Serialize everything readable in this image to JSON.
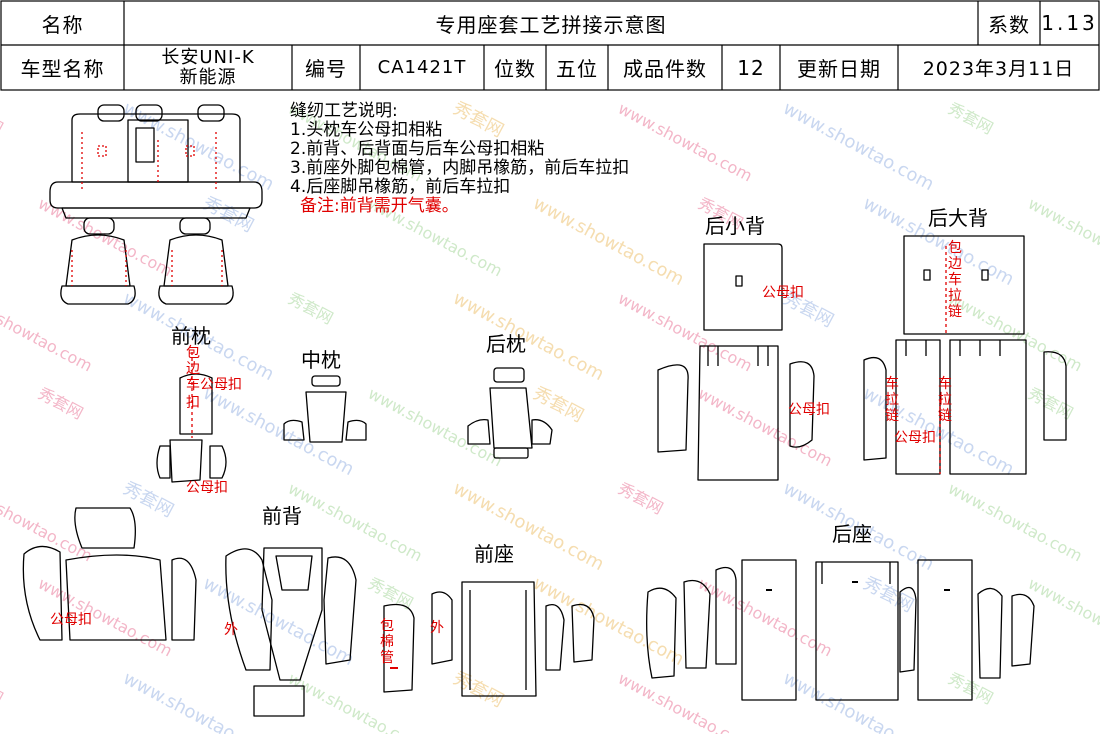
{
  "header": {
    "name_label": "名称",
    "doc_title": "专用座套工艺拼接示意图",
    "coef_label": "系数",
    "coef_value": "1.13",
    "model_label": "车型名称",
    "model_line1": "长安UNI-K",
    "model_line2": "新能源",
    "code_label": "编号",
    "code_value": "CA1421T",
    "seat_label": "位数",
    "seat_value": "五位",
    "pieces_label": "成品件数",
    "pieces_value": "12",
    "date_label": "更新日期",
    "date_value": "2023年3月11日"
  },
  "notes": {
    "heading": "缝纫工艺说明:",
    "items": [
      "1.头枕车公母扣相粘",
      "2.前背、后背面与后车公母扣相粘",
      "3.前座外脚包棉管，内脚吊橡筋，前后车拉扣",
      "4.后座脚吊橡筋，前后车拉扣"
    ],
    "remark": "备注:前背需开气囊。"
  },
  "sections": {
    "front_headrest": "前枕",
    "middle_headrest": "中枕",
    "rear_headrest": "后枕",
    "rear_small_back": "后小背",
    "rear_big_back": "后大背",
    "front_back": "前背",
    "front_seat": "前座",
    "rear_seat": "后座"
  },
  "labels": {
    "snap": "公母扣",
    "bind_zip": "包边车拉链",
    "zip": "车拉链",
    "outer": "外",
    "cotton_tube": "包棉管",
    "bind_zip_short": "包边车",
    "buckle": "扣",
    "snap_short": "公母扣"
  },
  "watermark": {
    "text": "www.showtao.com",
    "text2": "秀套网"
  },
  "colors": {
    "line": "#000000",
    "annotation": "#e00000"
  }
}
